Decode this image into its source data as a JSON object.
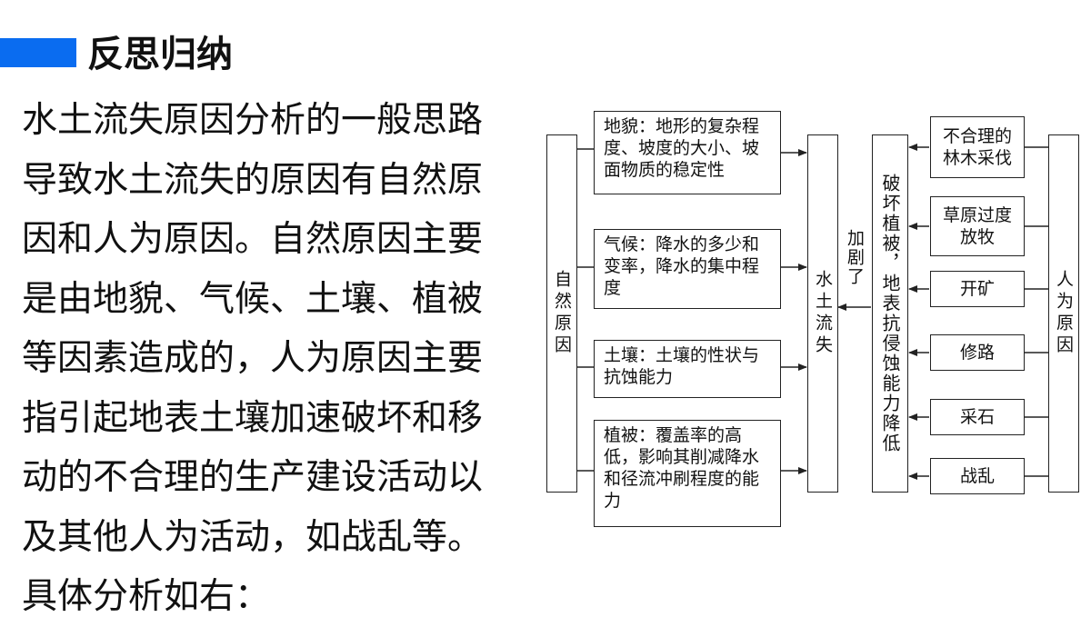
{
  "heading": "反思归纳",
  "body_lines": [
    "水土流失原因分析的一般思路",
    "导致水土流失的原因有自然原",
    "因和人为原因。自然原因主要",
    "是由地貌、气候、土壤、植被",
    "等因素造成的，人为原因主要",
    "指引起地表土壤加速破坏和移",
    "动的不合理的生产建设活动以",
    "及其他人为活动，如战乱等。",
    "具体分析如右："
  ],
  "diagram": {
    "natural_label": "自然原因",
    "natural_factors": [
      "地貌：地形的复杂程度、坡度的大小、坡面物质的稳定性",
      "气候：降水的多少和变率，降水的集中程度",
      "土壤：土壤的性状与抗蚀能力",
      "植被：覆盖率的高低，影响其削减降水和径流冲刷程度的能力"
    ],
    "center_label": "水土流失",
    "aggravate_label": "加剧了",
    "damage_label": "破坏植被，地表抗侵蚀能力降低",
    "human_label": "人为原因",
    "human_causes": [
      "不合理的林木采伐",
      "草原过度放牧",
      "开矿",
      "修路",
      "采石",
      "战乱"
    ]
  }
}
